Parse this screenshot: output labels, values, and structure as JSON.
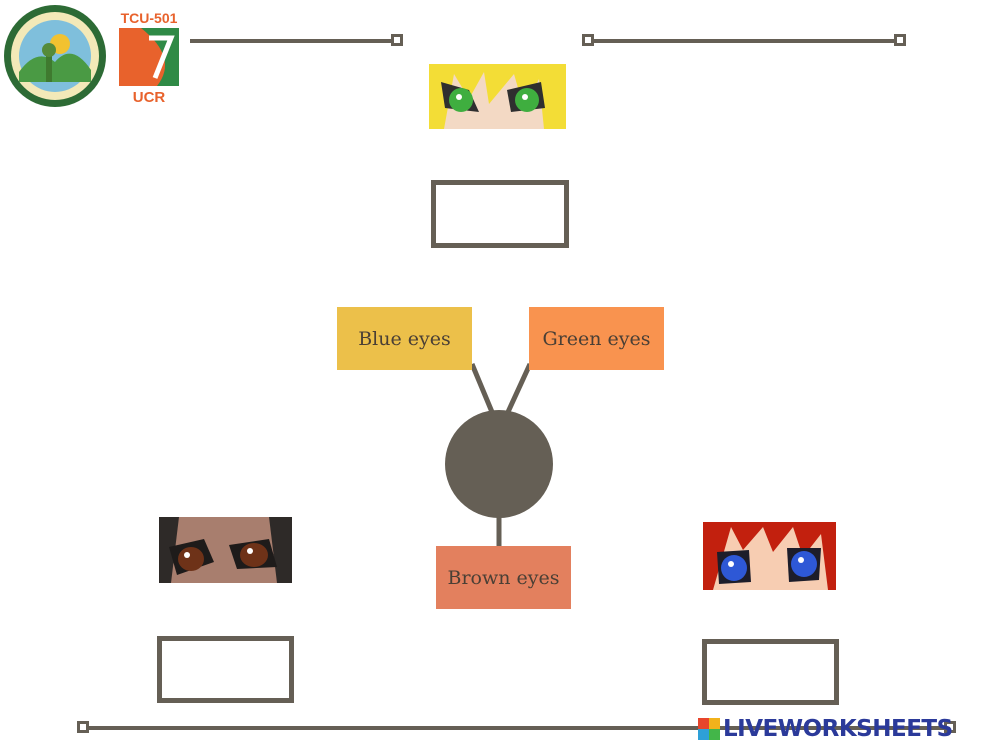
{
  "header": {
    "ucr_seal_icon": "university-seal-icon",
    "tcu_logo": {
      "line1": "TCU-501",
      "line2": "UCR",
      "color": "#e8622c"
    }
  },
  "hub": {
    "options": [
      {
        "id": "blue",
        "label": "Blue eyes",
        "color": "#ecc04a"
      },
      {
        "id": "green",
        "label": "Green eyes",
        "color": "#f9934f"
      },
      {
        "id": "brown",
        "label": "Brown eyes",
        "color": "#e3805e"
      }
    ],
    "hub_color": "#655f55"
  },
  "images": {
    "top": "green-eyes-blonde-hair-image",
    "left": "brown-eyes-dark-skin-image",
    "right": "blue-eyes-red-hair-image"
  },
  "answer_boxes": {
    "top": "",
    "left": "",
    "right": ""
  },
  "footer": {
    "brand": "LIVEWORKSHEETS",
    "brand_prefix": "LIVE"
  }
}
